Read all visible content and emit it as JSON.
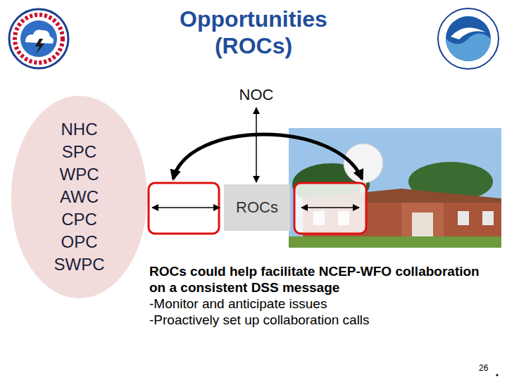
{
  "diagram": {
    "title": "Opportunities (ROCs)",
    "nodes": [
      {
        "text": [
          "NHC",
          "SPC",
          "WPC",
          "AWC",
          "CPC",
          "OPC",
          "SWPC"
        ]
      },
      {
        "text": [
          "NOC"
        ]
      },
      {
        "text": [
          "ROCs"
        ]
      }
    ],
    "edges": [
      {
        "from": 0,
        "to": 2,
        "arrow": "both"
      },
      {
        "from": 1,
        "to": 2,
        "arrow": "both"
      }
    ],
    "labels": [
      "ROCs could help facilitate NCEP-WFO collaboration on a consistent DSS message",
      "-Monitor and anticipate issues",
      "-Proactively set up collaboration calls",
      "26"
    ]
  }
}
